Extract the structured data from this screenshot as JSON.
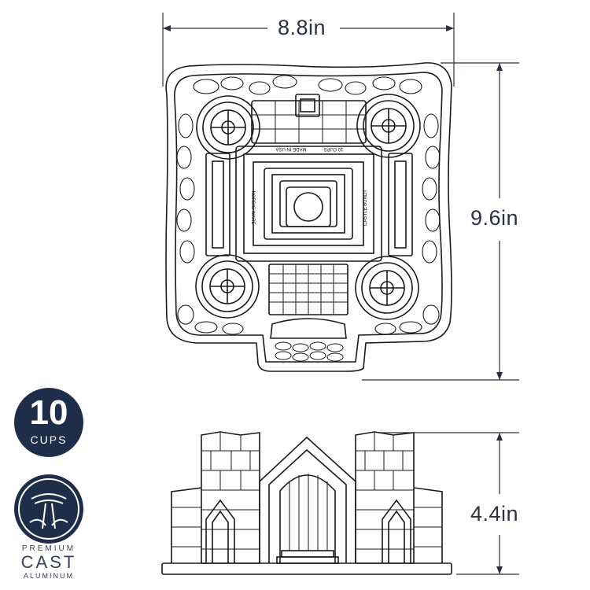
{
  "dimensions": {
    "width": "8.8in",
    "length": "9.6in",
    "height": "4.4in"
  },
  "capacity_badge": {
    "number": "10",
    "unit": "CUPS"
  },
  "material_badge": {
    "line1": "PREMIUM",
    "line2": "CAST",
    "line3": "ALUMINUM"
  },
  "pan_markings": {
    "brand": "NORDIC WARE",
    "capacity": "10 CUPS",
    "origin": "MADE IN USA",
    "model": "CASTLE BUNDT"
  },
  "colors": {
    "line": "#1a1a1a",
    "badge_fill": "#1e2e4a",
    "dimension_line": "#2c3140"
  }
}
